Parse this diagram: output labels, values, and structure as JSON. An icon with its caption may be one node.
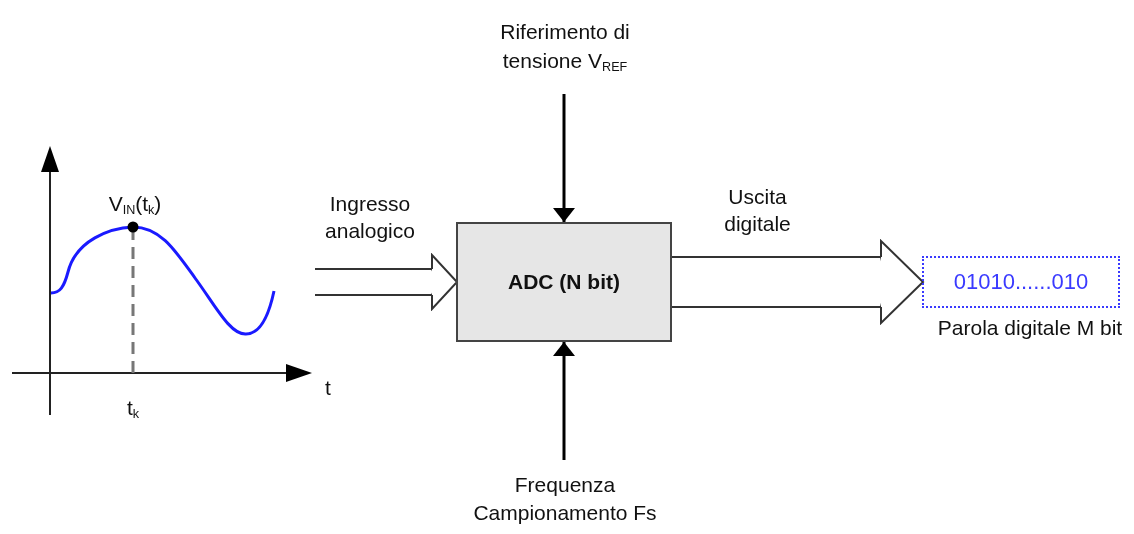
{
  "diagram": {
    "nodes": [
      {
        "text": [
          "Riferimento di tensione V$_{REF}$"
        ]
      },
      {
        "text": [
          "ADC (N bit)"
        ]
      },
      {
        "text": [
          "Frequenza Campionamento Fs"
        ]
      },
      {
        "text": [
          "01010......010"
        ],
        "beside": [
          "Parola digitale M bit"
        ]
      }
    ],
    "edges": [
      {
        "from": 0,
        "to": 1,
        "arrow": "to"
      },
      {
        "from": 2,
        "to": 1,
        "arrow": "to"
      },
      {
        "from": null,
        "to": 1,
        "arrow": "to",
        "label": "Ingresso analogico"
      },
      {
        "from": 1,
        "to": 3,
        "arrow": "to",
        "label": "Uscita digitale"
      }
    ],
    "labels": [
      "V$_{IN}$(t$_{k}$)",
      "t",
      "t$_{k}$"
    ]
  }
}
